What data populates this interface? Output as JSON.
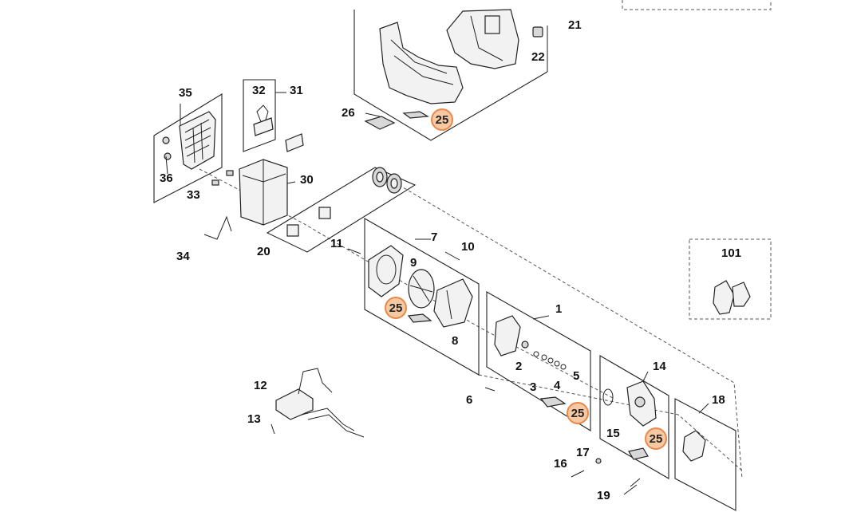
{
  "diagram": {
    "callouts": {
      "c1": "1",
      "c2": "2",
      "c3": "3",
      "c4": "4",
      "c5": "5",
      "c6": "6",
      "c7": "7",
      "c8": "8",
      "c9": "9",
      "c10": "10",
      "c11": "11",
      "c12": "12",
      "c13": "13",
      "c14": "14",
      "c15": "15",
      "c16": "16",
      "c17": "17",
      "c18": "18",
      "c19": "19",
      "c20": "20",
      "c21": "21",
      "c22": "22",
      "c26": "26",
      "c30": "30",
      "c31": "31",
      "c32": "32",
      "c33": "33",
      "c34": "34",
      "c35": "35",
      "c36": "36",
      "c101": "101"
    },
    "badge_label": "25",
    "badge_color": "#f7c9a3",
    "badge_stroke": "#e8894a"
  }
}
